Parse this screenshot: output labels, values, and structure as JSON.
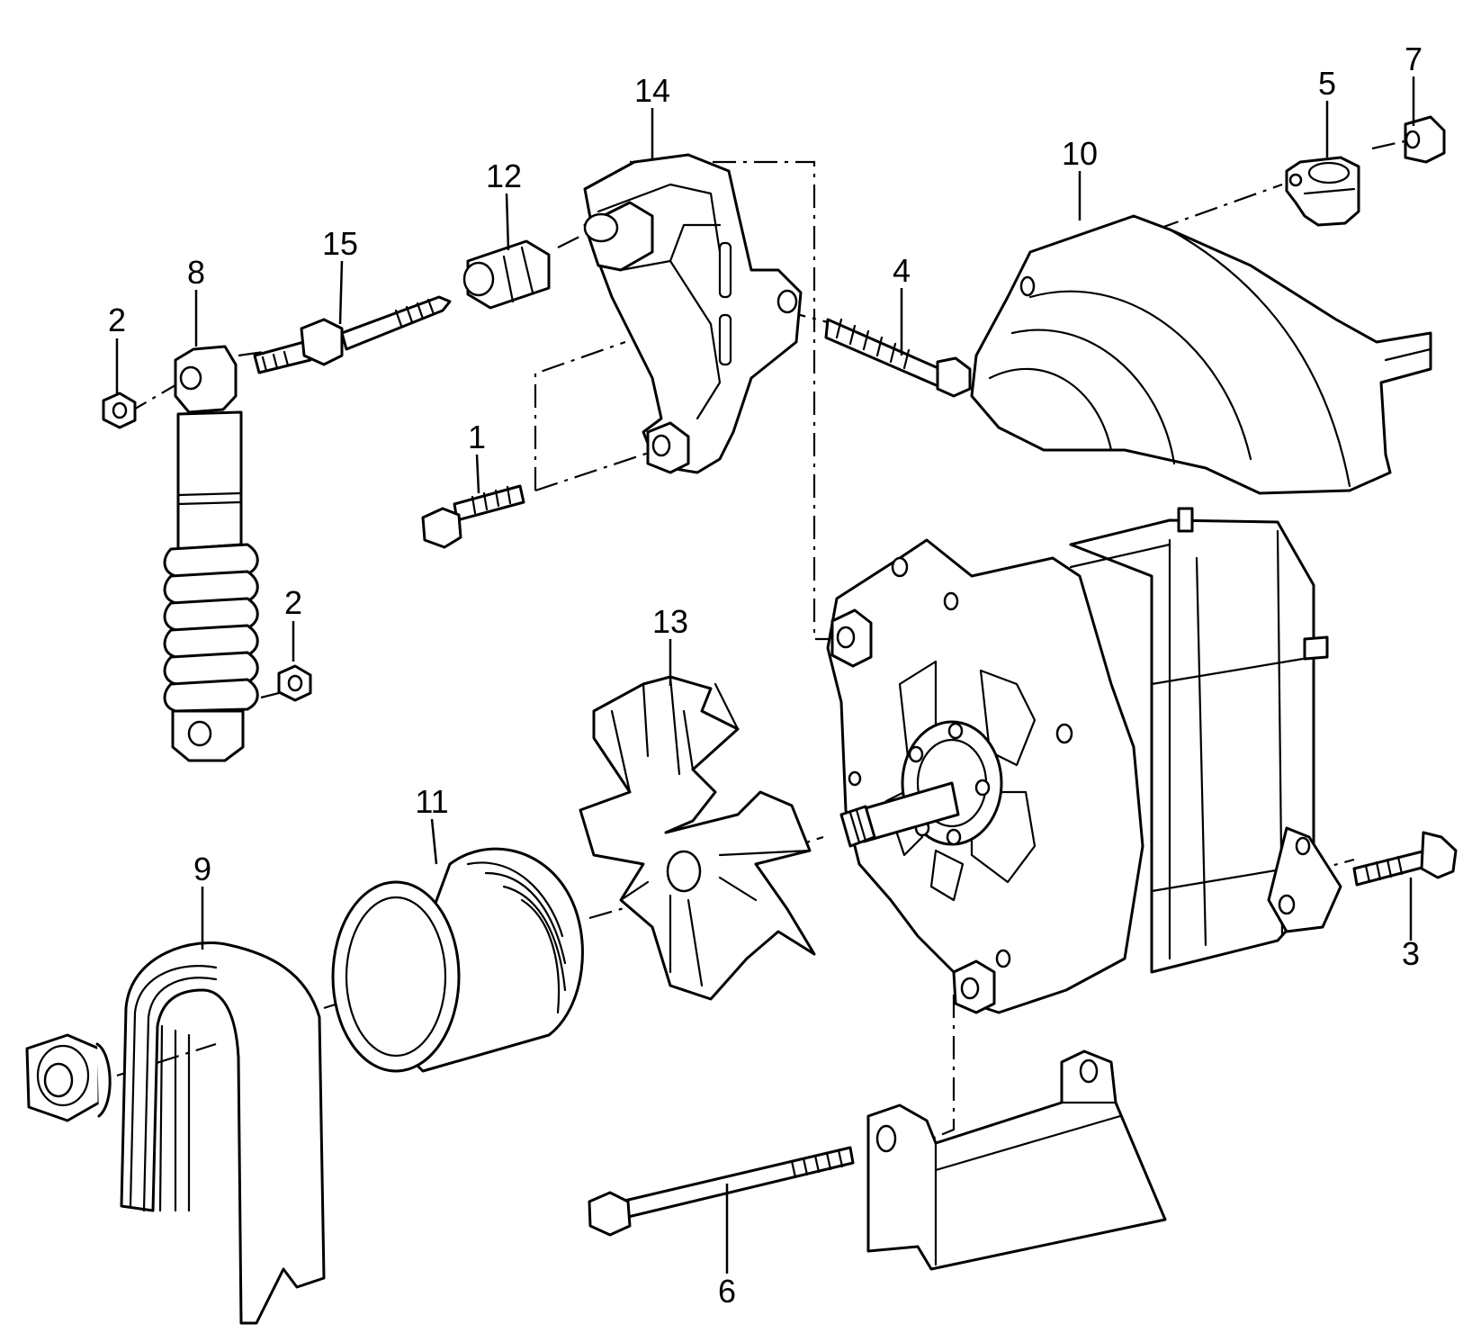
{
  "callouts": [
    {
      "id": "c1",
      "text": "1"
    },
    {
      "id": "c2a",
      "text": "2"
    },
    {
      "id": "c2b",
      "text": "2"
    },
    {
      "id": "c3",
      "text": "3"
    },
    {
      "id": "c4",
      "text": "4"
    },
    {
      "id": "c5",
      "text": "5"
    },
    {
      "id": "c6",
      "text": "6"
    },
    {
      "id": "c7",
      "text": "7"
    },
    {
      "id": "c8",
      "text": "8"
    },
    {
      "id": "c9",
      "text": "9"
    },
    {
      "id": "c10",
      "text": "10"
    },
    {
      "id": "c11",
      "text": "11"
    },
    {
      "id": "c12",
      "text": "12"
    },
    {
      "id": "c13",
      "text": "13"
    },
    {
      "id": "c14",
      "text": "14"
    },
    {
      "id": "c15",
      "text": "15"
    }
  ]
}
